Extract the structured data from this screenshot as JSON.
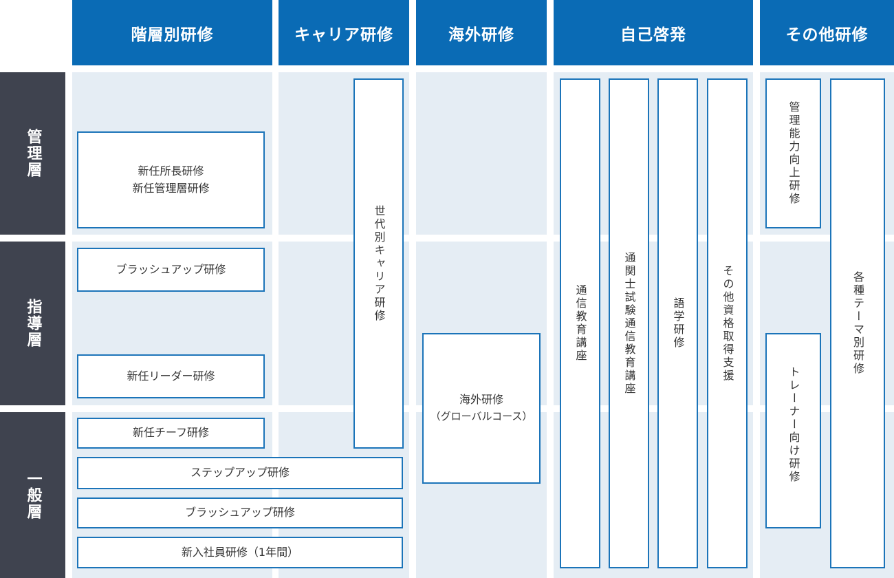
{
  "columns": {
    "tiered": "階層別研修",
    "career": "キャリア研修",
    "overseas": "海外研修",
    "selfdev": "自己啓発",
    "other": "その他研修"
  },
  "rows": {
    "management": "管理層",
    "leadership": "指導層",
    "general": "一般層"
  },
  "programs": {
    "new_manager_line1": "新任所長研修",
    "new_manager_line2": "新任管理層研修",
    "brushup_leader": "ブラッシュアップ研修",
    "new_leader": "新任リーダー研修",
    "new_chief": "新任チーフ研修",
    "stepup": "ステップアップ研修",
    "brushup_general": "ブラッシュアップ研修",
    "new_employee": "新入社員研修（1年間）",
    "generation_career": "世代別キャリア研修",
    "overseas_line1": "海外研修",
    "overseas_line2": "（グローバルコース）",
    "correspondence": "通信教育講座",
    "customs_correspondence": "通関士試験通信教育講座",
    "language": "語学研修",
    "other_qualification": "その他資格取得支援",
    "mgmt_ability": "管理能力向上研修",
    "trainer": "トレーナー向け研修",
    "theme": "各種テーマ別研修"
  }
}
